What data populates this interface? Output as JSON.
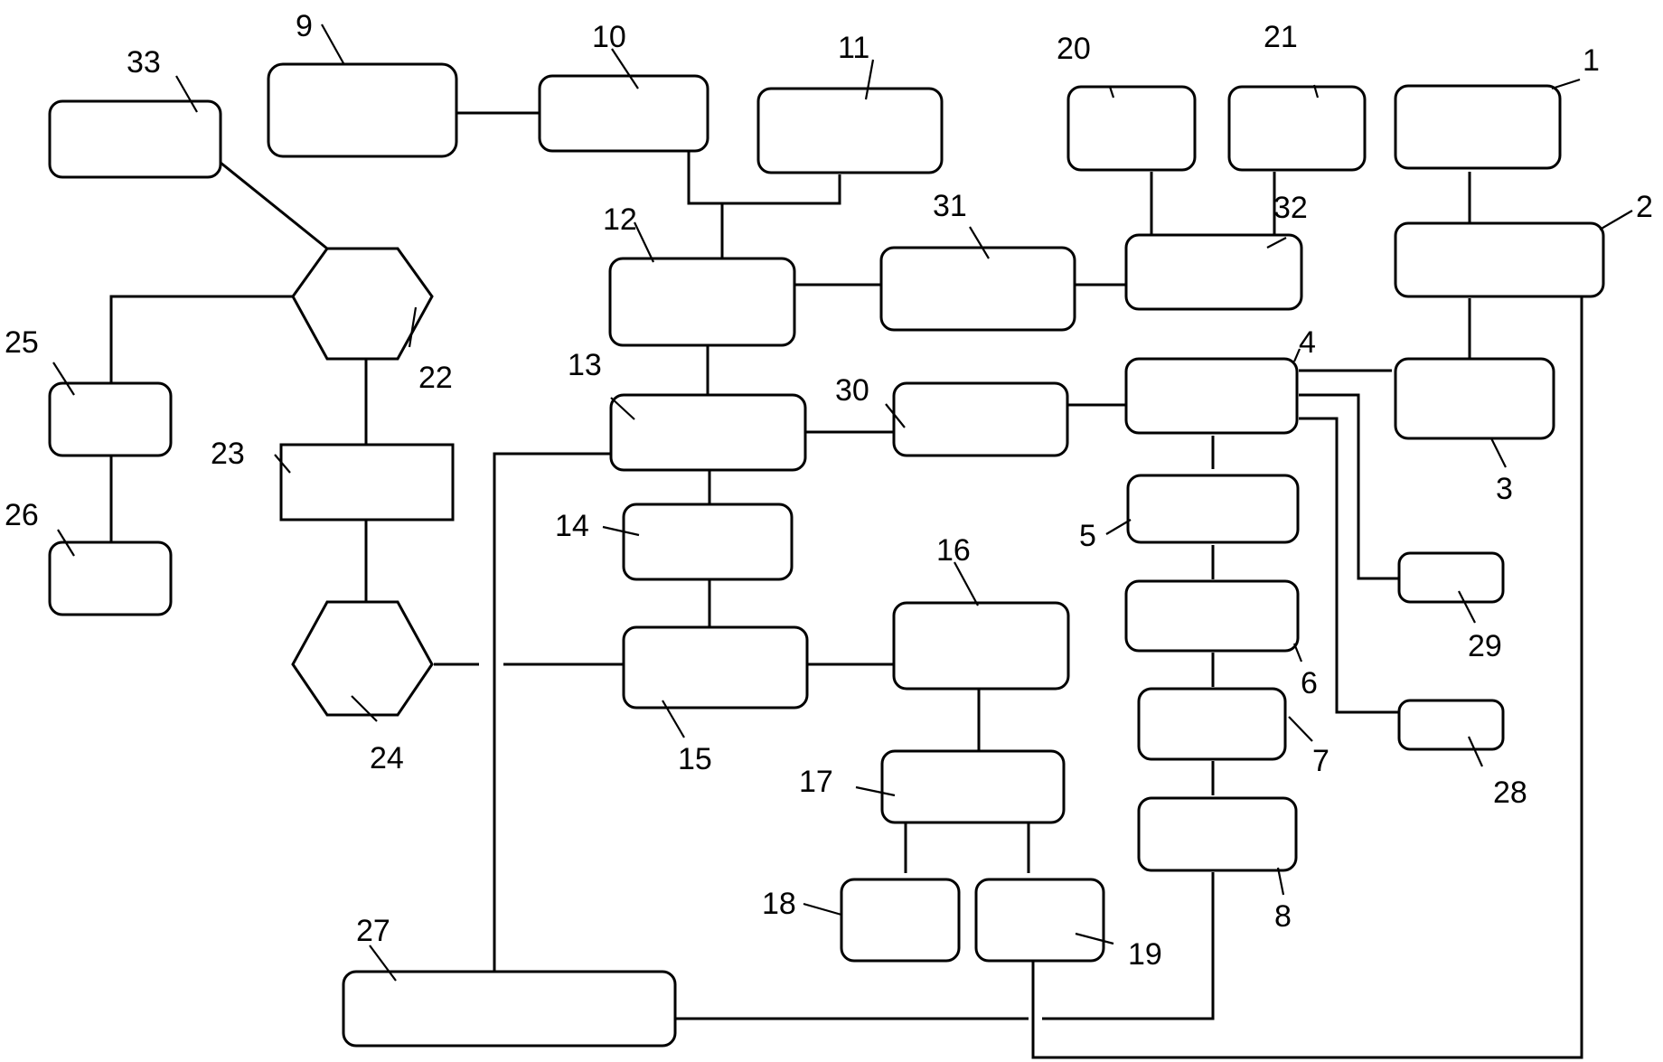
{
  "diagram": {
    "labels": [
      "1",
      "2",
      "3",
      "4",
      "5",
      "6",
      "7",
      "8",
      "9",
      "10",
      "11",
      "12",
      "13",
      "14",
      "15",
      "16",
      "17",
      "18",
      "19",
      "20",
      "21",
      "22",
      "23",
      "24",
      "25",
      "26",
      "27",
      "28",
      "29",
      "30",
      "31",
      "32",
      "33"
    ],
    "colors": {
      "line": "#000000",
      "background": "#ffffff"
    }
  }
}
